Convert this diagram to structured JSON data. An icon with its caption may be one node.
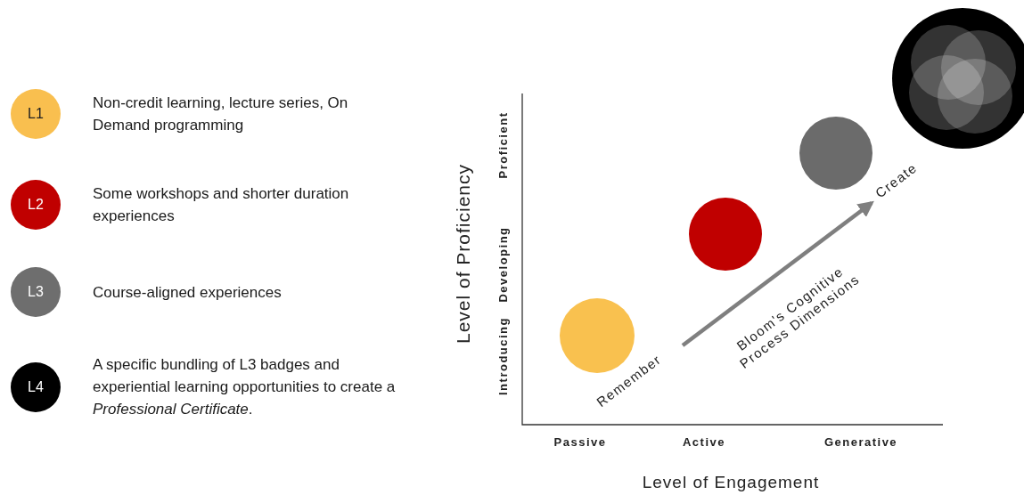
{
  "diagram": {
    "nodes": [
      {
        "text": [
          "L1"
        ],
        "beside": [
          "Non-credit learning, lecture series, On Demand programming"
        ]
      },
      {
        "text": [
          "L2"
        ],
        "beside": [
          "Some workshops and shorter duration experiences"
        ]
      },
      {
        "text": [
          "L3"
        ],
        "beside": [
          "Course-aligned experiences"
        ]
      },
      {
        "text": [
          "L4"
        ],
        "beside": [
          "A specific bundling of L3 badges and experiential learning opportunities to create a *Professional Certificate*."
        ]
      },
      {
        "text": [],
        "shape": "circle"
      },
      {
        "text": [],
        "shape": "circle"
      },
      {
        "text": [],
        "shape": "circle"
      },
      {
        "text": [],
        "shape": "circle"
      },
      {
        "text": [
          "Remember"
        ]
      },
      {
        "text": [
          "Create"
        ]
      }
    ],
    "edges": [
      {
        "from": 8,
        "to": 9,
        "arrow": "to",
        "label": "Bloom's Cognitive Process Dimensions"
      }
    ],
    "labels": [
      "Level of Proficiency",
      "Proficient",
      "Developing",
      "Introducing",
      "Passive",
      "Active",
      "Generative",
      "Level of Engagement"
    ]
  }
}
